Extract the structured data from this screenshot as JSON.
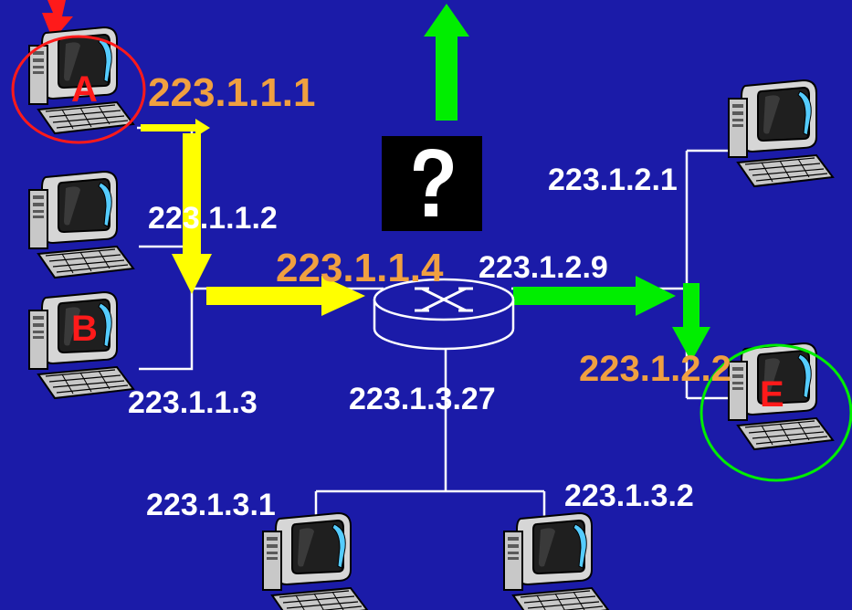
{
  "colors": {
    "background": "#1b1ba8",
    "link": "#ffffff",
    "path_arrow_in": "#ffff00",
    "path_arrow_out": "#00ee00",
    "label_white": "#ffffff",
    "label_orange": "#f0a040",
    "host_letter": "#ff1a1a",
    "source_highlight": "#ff1a1a",
    "destination_highlight": "#00ee00"
  },
  "hosts": [
    {
      "id": "A",
      "letter": "A",
      "ip": "223.1.1.1",
      "role": "source"
    },
    {
      "id": "h112",
      "letter": "",
      "ip": "223.1.1.2"
    },
    {
      "id": "B",
      "letter": "B",
      "ip": "223.1.1.3"
    },
    {
      "id": "h121",
      "letter": "",
      "ip": "223.1.2.1"
    },
    {
      "id": "E",
      "letter": "E",
      "ip": "223.1.2.2",
      "role": "destination"
    },
    {
      "id": "h131",
      "letter": "",
      "ip": "223.1.3.1"
    },
    {
      "id": "h132",
      "letter": "",
      "ip": "223.1.3.2"
    }
  ],
  "router": {
    "interfaces": {
      "net1": "223.1.1.4",
      "net2": "223.1.2.9",
      "net3": "223.1.3.27"
    },
    "icon": "router-icon"
  },
  "decision": {
    "symbol": "?",
    "icon": "question-icon"
  }
}
